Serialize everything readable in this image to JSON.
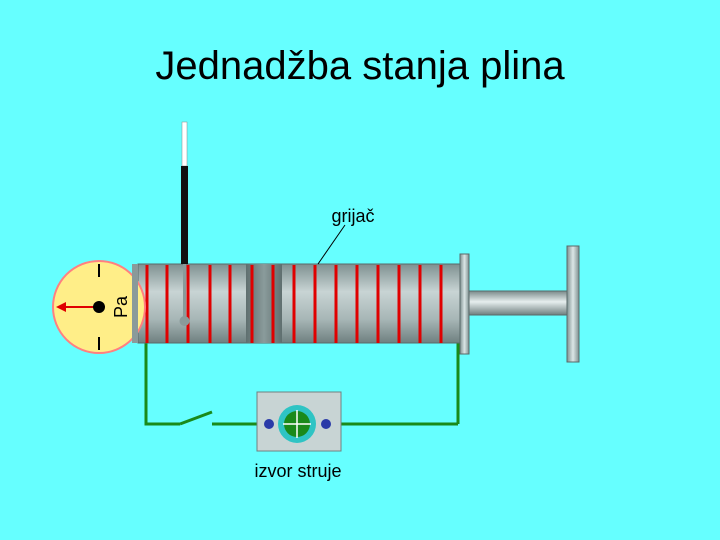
{
  "title": "Jednadžba stanja plina",
  "labels": {
    "heater": "grijač",
    "gauge_unit": "Pa",
    "power_source": "izvor struje"
  },
  "colors": {
    "background": "#66ffff",
    "heater_coil": "#e00000",
    "wire": "#1a8a1a",
    "cylinder": "#a8b8b8",
    "gauge_face": "#ffee88",
    "gauge_rim": "#ff8080"
  },
  "icons": {
    "gauge": "pressure-gauge-icon",
    "thermometer": "thermometer-icon",
    "switch": "open-switch-icon",
    "source": "power-source-icon"
  }
}
